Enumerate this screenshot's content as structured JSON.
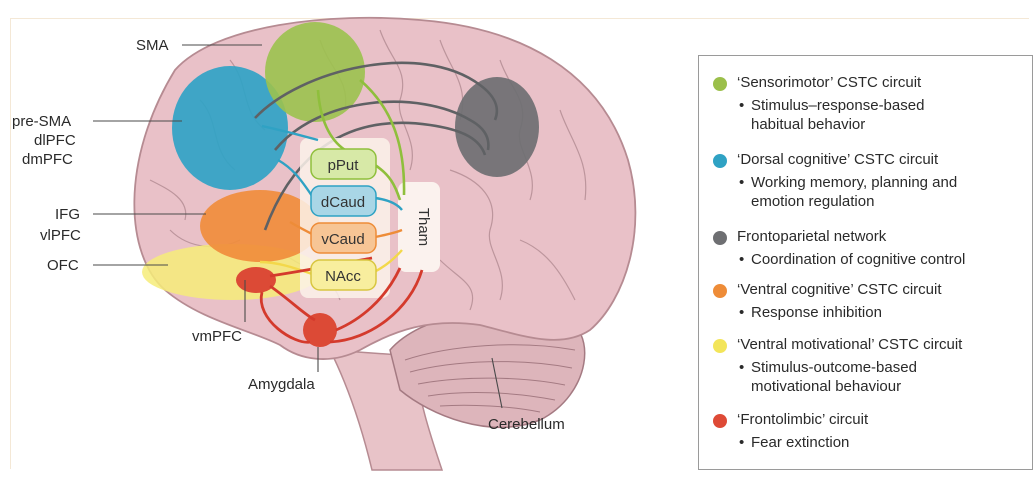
{
  "labels": {
    "sma": "SMA",
    "pre_sma": "pre-SMA",
    "dlpfc": "dlPFC",
    "dmpfc": "dmPFC",
    "ifg": "IFG",
    "vlpfc": "vlPFC",
    "ofc": "OFC",
    "vmpfc": "vmPFC",
    "amygdala": "Amygdala",
    "cerebellum": "Cerebellum"
  },
  "boxes": {
    "pput": "pPut",
    "dcaud": "dCaud",
    "vcaud": "vCaud",
    "nacc": "NAcc",
    "tham": "Tham"
  },
  "legend": {
    "items": [
      {
        "title": "‘Sensorimotor’ CSTC circuit",
        "desc1": "Stimulus–response-based",
        "desc2": "habitual behavior",
        "color": "#9bbf4a"
      },
      {
        "title": "‘Dorsal cognitive’ CSTC circuit",
        "desc1": "Working memory, planning and",
        "desc2": "emotion regulation",
        "color": "#2fa2c4"
      },
      {
        "title": "Frontoparietal network",
        "desc1": "Coordination of cognitive control",
        "desc2": "",
        "color": "#6e6f72"
      },
      {
        "title": "‘Ventral cognitive’ CSTC circuit",
        "desc1": "Response inhibition",
        "desc2": "",
        "color": "#ee8c38"
      },
      {
        "title": "‘Ventral motivational’ CSTC circuit",
        "desc1": "Stimulus-outcome-based",
        "desc2": "motivational behaviour",
        "color": "#f3e55a"
      },
      {
        "title": "‘Frontolimbic’ circuit",
        "desc1": "Fear extinction",
        "desc2": "",
        "color": "#de4a36"
      }
    ]
  }
}
